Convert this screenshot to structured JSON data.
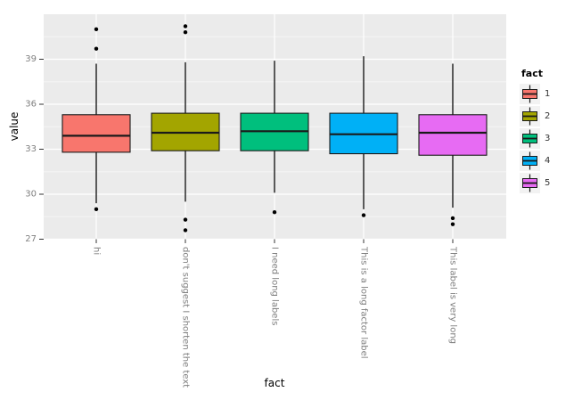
{
  "chart_data": {
    "type": "boxplot",
    "title": "",
    "xlabel": "fact",
    "ylabel": "value",
    "ylim": [
      27,
      42
    ],
    "yticks": [
      39,
      36,
      33,
      30,
      27
    ],
    "yminor": [
      40.5,
      37.5,
      34.5,
      31.5,
      28.5
    ],
    "grid": true,
    "categories": [
      "hi",
      "don't suggest I shorten the text",
      "I need long labels",
      "This is a long factor label",
      "This label is very long"
    ],
    "legend": {
      "title": "fact",
      "position": "right",
      "labels": [
        "1",
        "2",
        "3",
        "4",
        "5"
      ]
    },
    "series": [
      {
        "category": "hi",
        "legend_label": "1",
        "color": "#F8766D",
        "whisker_low": 29.4,
        "q1": 32.8,
        "median": 33.9,
        "q3": 35.3,
        "whisker_high": 38.7,
        "outliers": [
          29.0,
          39.7,
          41.0
        ]
      },
      {
        "category": "don't suggest I shorten the text",
        "legend_label": "2",
        "color": "#A3A500",
        "whisker_low": 29.5,
        "q1": 32.9,
        "median": 34.1,
        "q3": 35.4,
        "whisker_high": 38.8,
        "outliers": [
          27.6,
          28.3,
          40.8,
          41.2
        ]
      },
      {
        "category": "I need long labels",
        "legend_label": "3",
        "color": "#00BF7D",
        "whisker_low": 30.1,
        "q1": 32.9,
        "median": 34.2,
        "q3": 35.4,
        "whisker_high": 38.9,
        "outliers": [
          28.8
        ]
      },
      {
        "category": "This is a long factor label",
        "legend_label": "4",
        "color": "#00B0F6",
        "whisker_low": 29.0,
        "q1": 32.7,
        "median": 34.0,
        "q3": 35.4,
        "whisker_high": 39.2,
        "outliers": [
          28.6
        ]
      },
      {
        "category": "This label is very long",
        "legend_label": "5",
        "color": "#E76BF3",
        "whisker_low": 29.1,
        "q1": 32.6,
        "median": 34.1,
        "q3": 35.3,
        "whisker_high": 38.7,
        "outliers": [
          28.0,
          28.4
        ]
      }
    ],
    "style": {
      "panel_bg": "#EBEBEB",
      "grid_major": "#FFFFFF",
      "grid_minor": "#F5F5F5",
      "box_border": "#1A1A1A",
      "median_color": "#1A1A1A",
      "whisker_color": "#1A1A1A",
      "outlier_color": "#000000",
      "tick_color": "#333333",
      "tick_label_color": "#808080",
      "axis_title_color": "#000000",
      "legend_key_bg": "#F2F2F2"
    }
  }
}
